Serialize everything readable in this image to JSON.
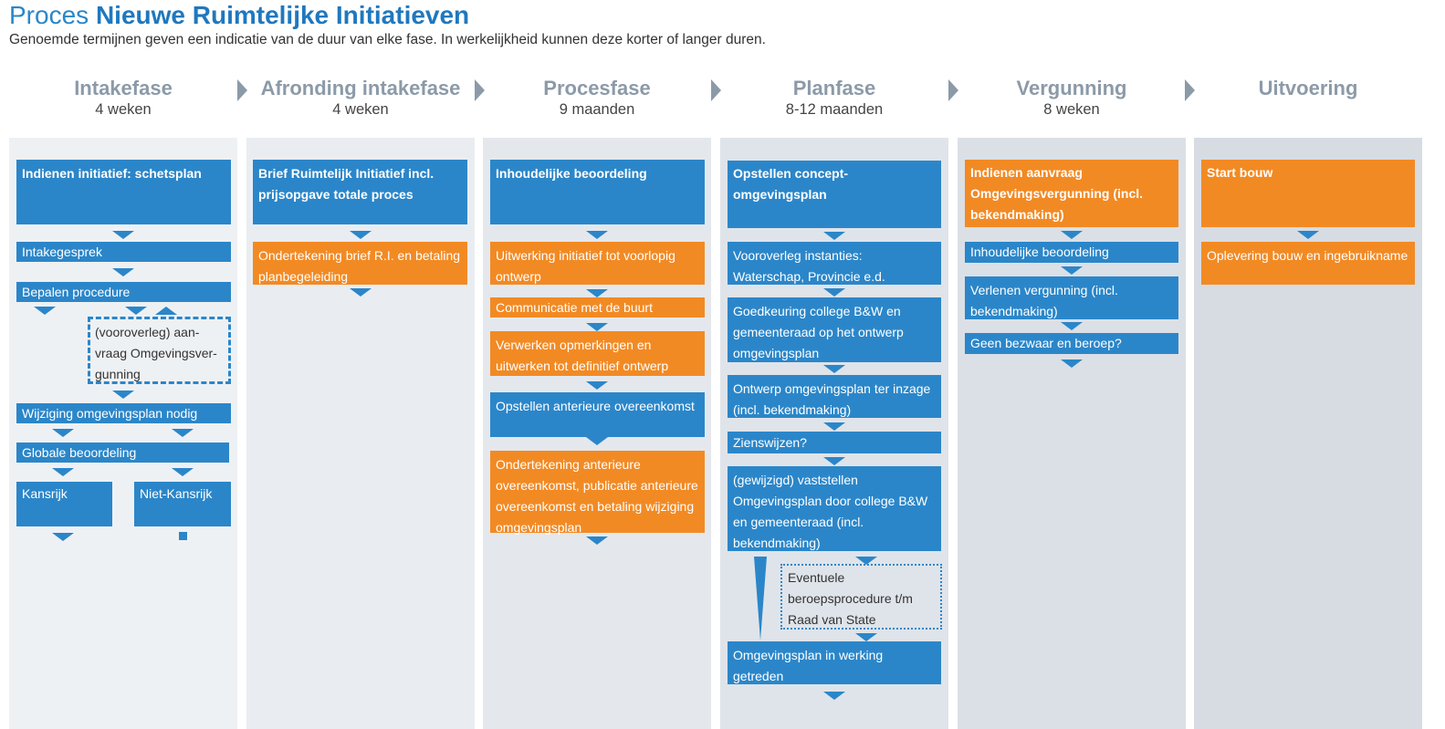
{
  "header": {
    "title_prefix": "Proces",
    "title_main": "Nieuwe Ruimtelijke Initiatieven",
    "subtitle": "Genoemde termijnen geven een indicatie van de duur van elke fase. In werkelijkheid kunnen deze korter of langer duren."
  },
  "colors": {
    "blue": "#2b86c9",
    "orange": "#f28a24",
    "phase_gray": "#8c9aa8",
    "col_bg_1": "#eef1f4",
    "col_bg_2": "#e5e9ee",
    "col_bg_3": "#dde2e8",
    "col_bg_4": "#d8dde4"
  },
  "phases": [
    {
      "name": "Intakefase",
      "duration": "4 weken"
    },
    {
      "name": "Afronding intakefase",
      "duration": "4 weken"
    },
    {
      "name": "Procesfase",
      "duration": "9 maanden"
    },
    {
      "name": "Planfase",
      "duration": "8-12 maanden"
    },
    {
      "name": "Vergunning",
      "duration": "8 weken"
    },
    {
      "name": "Uitvoering",
      "duration": ""
    }
  ],
  "intake": {
    "step1": "Indienen initiatief: schetsplan",
    "step2": "Intakegesprek",
    "step3": "Bepalen procedure",
    "dashed": "(vooroverleg) aan-vraag Omgevingsver-gunning",
    "step4": "Wijziging omgevingsplan nodig",
    "step5": "Globale beoordeling",
    "kansrijk": "Kansrijk",
    "niet_kansrijk": "Niet-Kansrijk"
  },
  "afronding": {
    "step1": "Brief Ruimtelijk Initiatief incl. prijsopgave totale proces",
    "step2": "Ondertekening brief R.I. en betaling planbegeleiding"
  },
  "procesfase": {
    "step1": "Inhoudelijke beoordeling",
    "step2": "Uitwerking initiatief tot voorlopig ontwerp",
    "step3": "Communicatie met de buurt",
    "step4": "Verwerken opmerkingen en uitwerken tot definitief ontwerp",
    "step5": "Opstellen anterieure overeenkomst",
    "step6": "Ondertekening anterieure overeenkomst, publicatie anterieure overeenkomst en betaling wijziging omgevingsplan"
  },
  "planfase": {
    "step1": "Opstellen concept-omgevingsplan",
    "step2": "Vooroverleg instanties: Waterschap, Provincie e.d.",
    "step3": "Goedkeuring college B&W en gemeenteraad op het ontwerp omgevingsplan",
    "step4": "Ontwerp omgevingsplan ter inzage (incl. bekendmaking)",
    "step5": "Zienswijzen?",
    "step6": "(gewijzigd) vaststellen Omgevingsplan door college B&W en gemeenteraad (incl. bekendmaking)",
    "dashed": "Eventuele beroepsprocedure t/m Raad van State",
    "step7": "Omgevingsplan in werking getreden"
  },
  "vergunning": {
    "step1": "Indienen aanvraag Omgevingsvergunning (incl. bekendmaking)",
    "step2": "Inhoudelijke beoordeling",
    "step3": "Verlenen vergunning (incl. bekendmaking)",
    "step4": "Geen bezwaar en beroep?"
  },
  "uitvoering": {
    "step1": "Start bouw",
    "step2": "Oplevering bouw en ingebruikname"
  }
}
